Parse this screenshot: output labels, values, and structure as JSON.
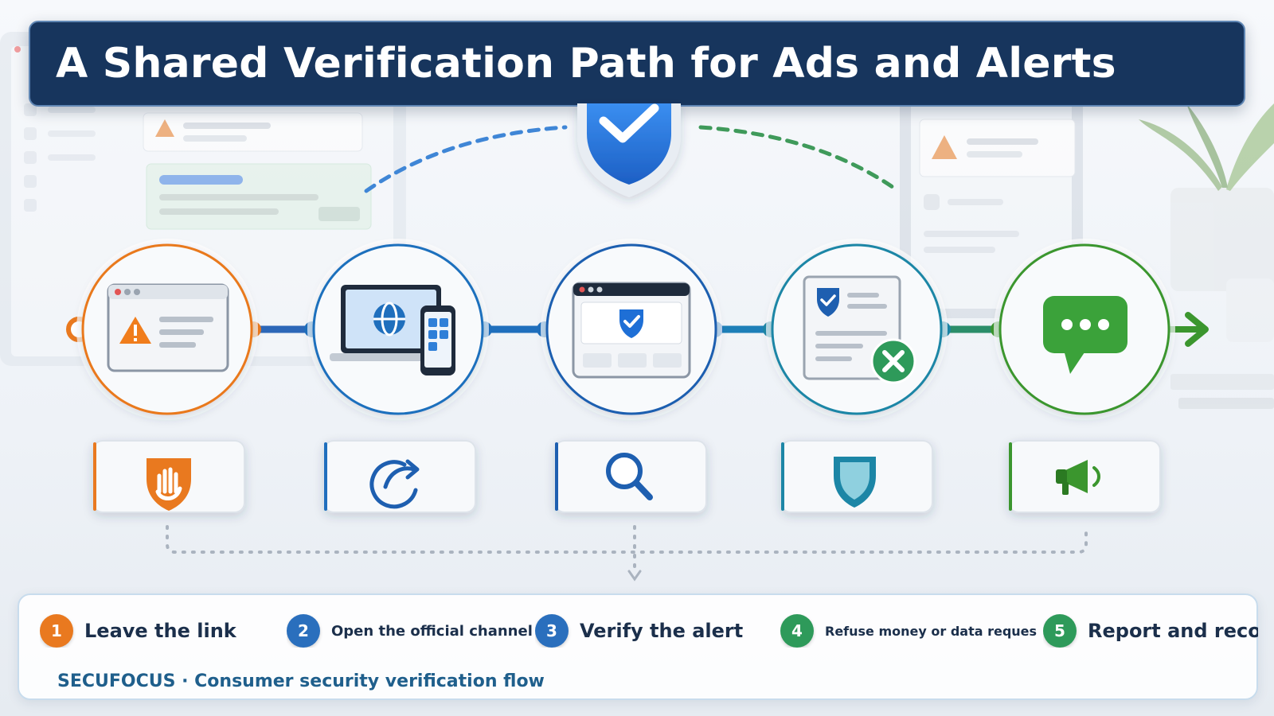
{
  "title": "A Shared Verification Path for Ads and Alerts",
  "colors": {
    "orange": "#e9791f",
    "blue": "#1f6fbd",
    "teal": "#1c86a6",
    "green": "#3b962e",
    "navy": "#17355d"
  },
  "flow": {
    "stages": [
      {
        "icon": "warning-browser-window-icon",
        "action_icon": "stop-hand-shield-icon",
        "color": "#e9791f"
      },
      {
        "icon": "laptop-phone-globe-icon",
        "action_icon": "redirect-arrow-icon",
        "color": "#1f6fbd"
      },
      {
        "icon": "shield-browser-window-icon",
        "action_icon": "magnifier-icon",
        "color": "#1e5fb0"
      },
      {
        "icon": "rejected-request-document-icon",
        "action_icon": "shield-icon",
        "color": "#1c86a6"
      },
      {
        "icon": "chat-bubble-icon",
        "action_icon": "megaphone-icon",
        "color": "#3b962e"
      }
    ]
  },
  "steps": [
    {
      "number": "1",
      "label": "Leave the link",
      "color": "#e9791f"
    },
    {
      "number": "2",
      "label": "Open the official channel",
      "color": "#2a6fbd"
    },
    {
      "number": "3",
      "label": "Verify the alert",
      "color": "#2a6fbd"
    },
    {
      "number": "4",
      "label": "Refuse money or data reques",
      "color": "#2e9a5a"
    },
    {
      "number": "5",
      "label": "Report and record",
      "color": "#2e9a5a"
    }
  ],
  "footer": "SECUFOCUS · Consumer security verification flow"
}
